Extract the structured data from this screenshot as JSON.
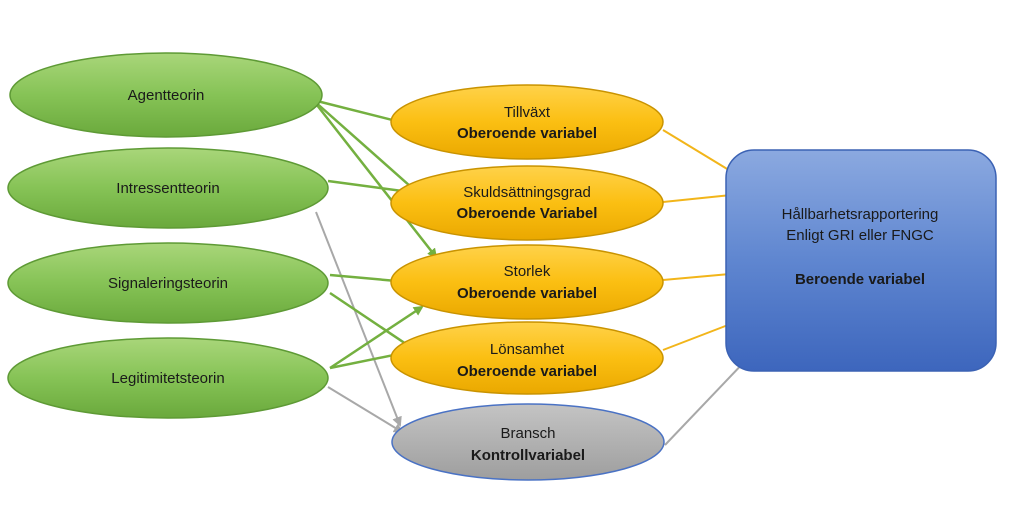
{
  "theories": [
    {
      "id": "agent",
      "label": "Agentteorin"
    },
    {
      "id": "intressent",
      "label": "Intressentteorin"
    },
    {
      "id": "signal",
      "label": "Signaleringsteorin"
    },
    {
      "id": "legitimitet",
      "label": "Legitimitetsteorin"
    }
  ],
  "variables": [
    {
      "id": "tillvaxt",
      "line1": "Tillväxt",
      "line2": "Oberoende variabel"
    },
    {
      "id": "skuld",
      "line1": "Skuldsättningsgrad",
      "line2": "Oberoende Variabel"
    },
    {
      "id": "storlek",
      "line1": "Storlek",
      "line2": "Oberoende variabel"
    },
    {
      "id": "lonsamhet",
      "line1": "Lönsamhet",
      "line2": "Oberoende variabel"
    },
    {
      "id": "bransch",
      "line1": "Bransch",
      "line2": "Kontrollvariabel"
    }
  ],
  "outcome": {
    "line1": "Hållbarhetsrapportering",
    "line2": "Enligt GRI eller FNGC",
    "line3": "Beroende variabel"
  },
  "colors": {
    "green": "#7ab648",
    "yellow": "#f5b700",
    "gray": "#a8a8a8",
    "blue": "#4a72c4"
  }
}
